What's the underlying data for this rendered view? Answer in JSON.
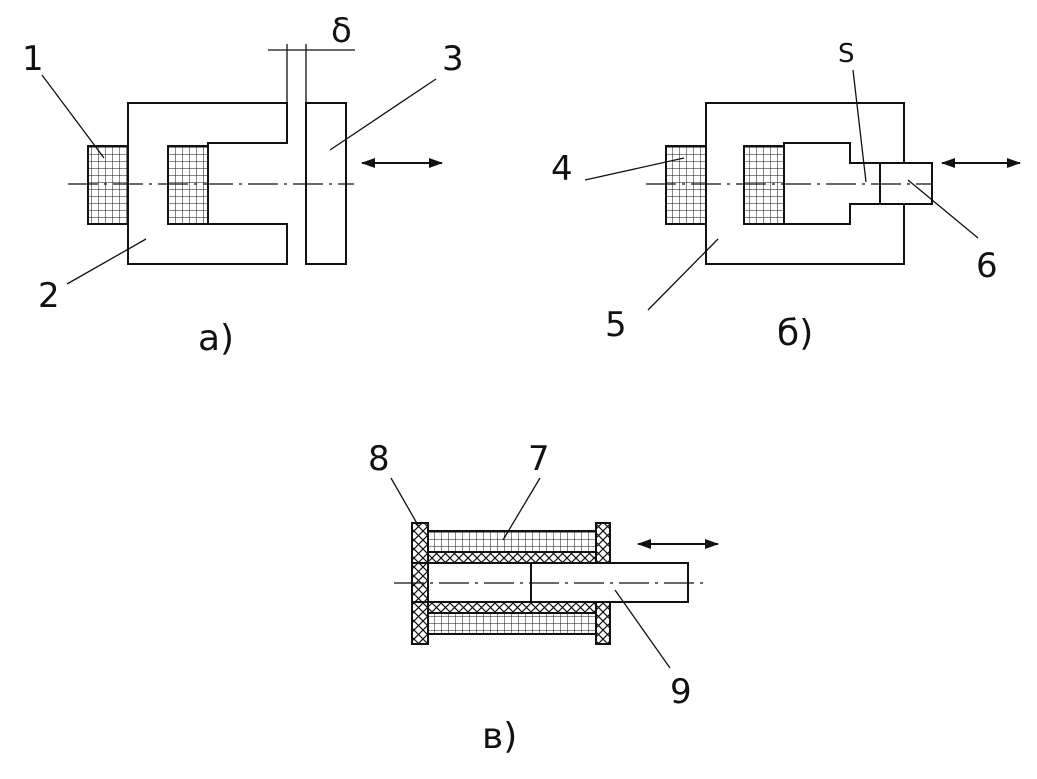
{
  "figure_a": {
    "caption": "a)",
    "labels": {
      "winding": "1",
      "core": "2",
      "armature": "3",
      "gap": "δ"
    }
  },
  "figure_b": {
    "caption": "б)",
    "labels": {
      "winding": "4",
      "core": "5",
      "plunger": "6",
      "gap": "S"
    }
  },
  "figure_c": {
    "caption": "в)",
    "labels": {
      "coil": "7",
      "frame": "8",
      "plunger": "9"
    }
  }
}
